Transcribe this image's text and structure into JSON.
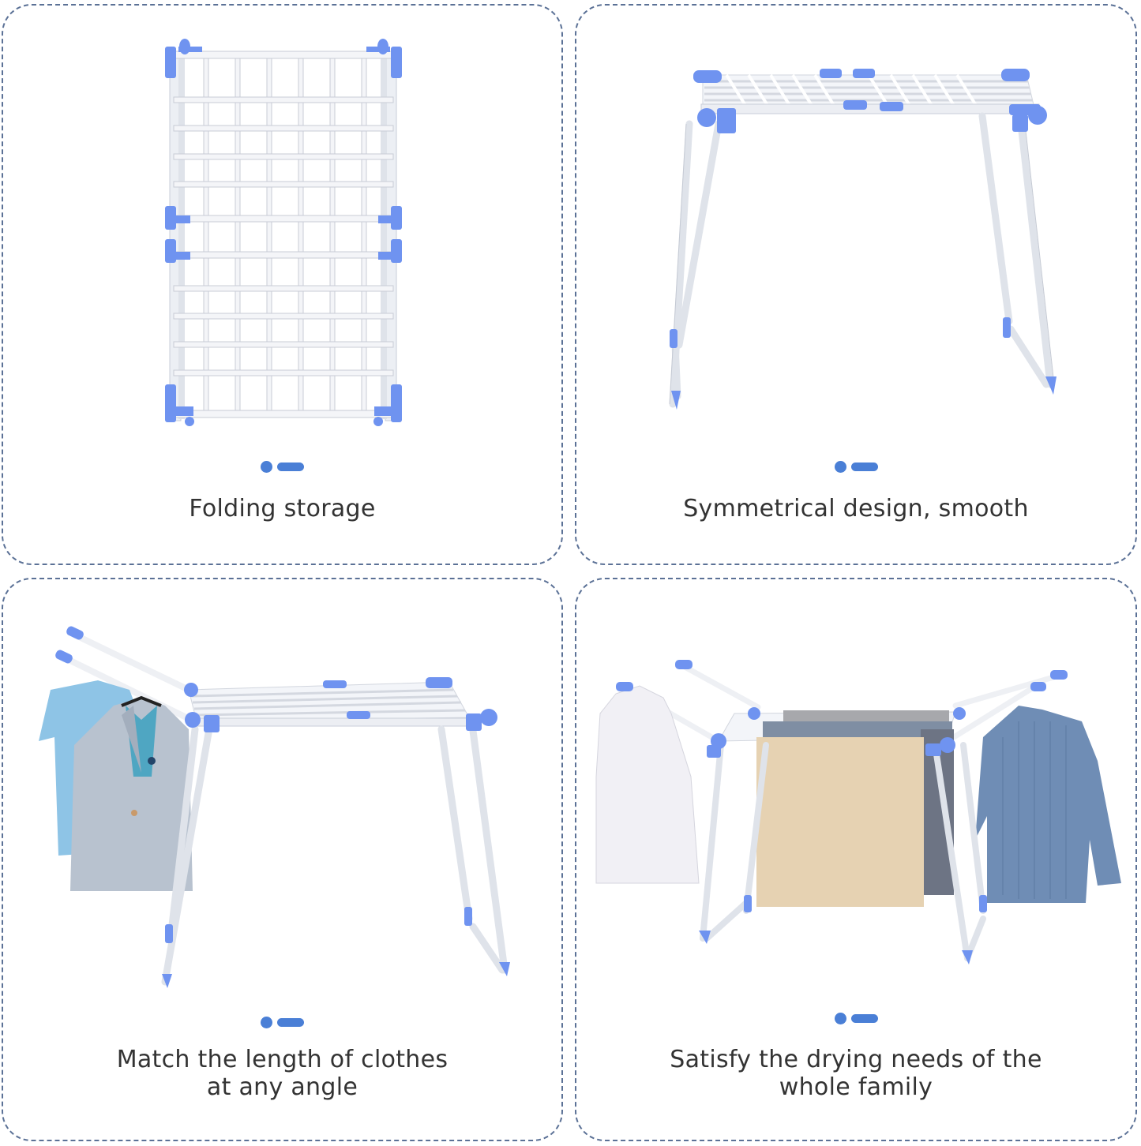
{
  "accent_color": "#4a7fd6",
  "border_color": "#5b7196",
  "product_color": "#6f93f0",
  "panels": [
    {
      "caption": "Folding storage",
      "image": "folded-drying-rack"
    },
    {
      "caption": "Symmetrical design, smooth",
      "image": "drying-rack-wings-folded"
    },
    {
      "caption_line1": "Match the length of clothes",
      "caption_line2": "at any angle",
      "image": "drying-rack-one-wing-with-jacket-and-tshirt"
    },
    {
      "caption_line1": "Satisfy the drying needs of the",
      "caption_line2": "whole family",
      "image": "drying-rack-both-wings-with-shirts-and-towels"
    }
  ]
}
